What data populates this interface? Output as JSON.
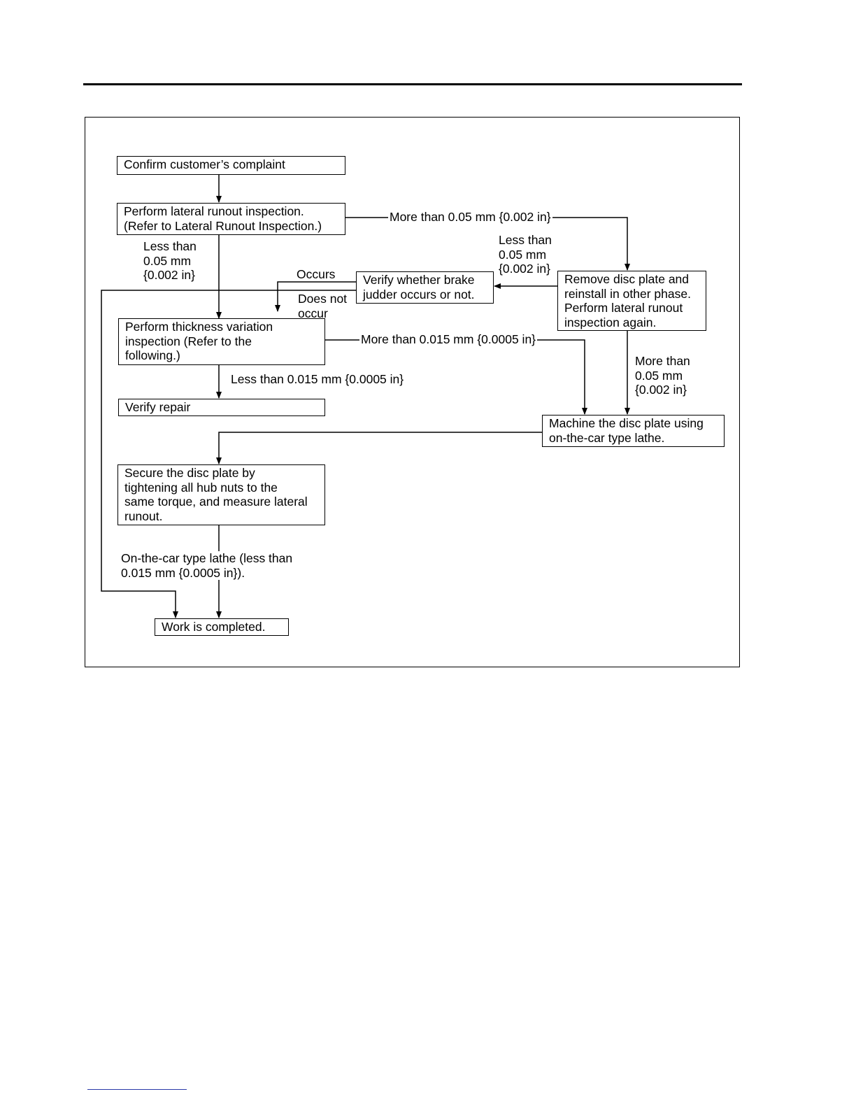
{
  "flowchart": {
    "nodes": {
      "confirm": "Confirm customer’s complaint",
      "lateral": "Perform lateral runout inspection.\n(Refer to Lateral Runout Inspection.)",
      "verify_judder": "Verify whether brake\njudder occurs or not.",
      "remove_disc": "Remove disc plate and\nreinstall in other phase.\nPerform lateral runout\ninspection again.",
      "thickness": "Perform thickness variation\ninspection (Refer to the\nfollowing.)",
      "verify_repair": "Verify repair",
      "machine": "Machine the disc plate using\non-the-car type lathe.",
      "secure": "Secure the disc plate by\ntightening all hub nuts to the\nsame torque, and measure lateral\nrunout.",
      "completed": "Work is completed."
    },
    "labels": {
      "more_005_top": "More than 0.05 mm {0.002 in}",
      "less_005_left": "Less than\n0.05 mm\n{0.002 in}",
      "less_005_right": "Less than\n0.05 mm\n{0.002 in}",
      "occurs": "Occurs",
      "does_not_occur": "Does not\noccur",
      "more_0015": "More than 0.015 mm {0.0005 in}",
      "less_0015": "Less than 0.015 mm {0.0005 in}",
      "more_005_right": "More than\n0.05 mm\n{0.002 in}",
      "lathe_note": "On-the-car type lathe (less than\n0.015 mm {0.0005 in})."
    }
  }
}
